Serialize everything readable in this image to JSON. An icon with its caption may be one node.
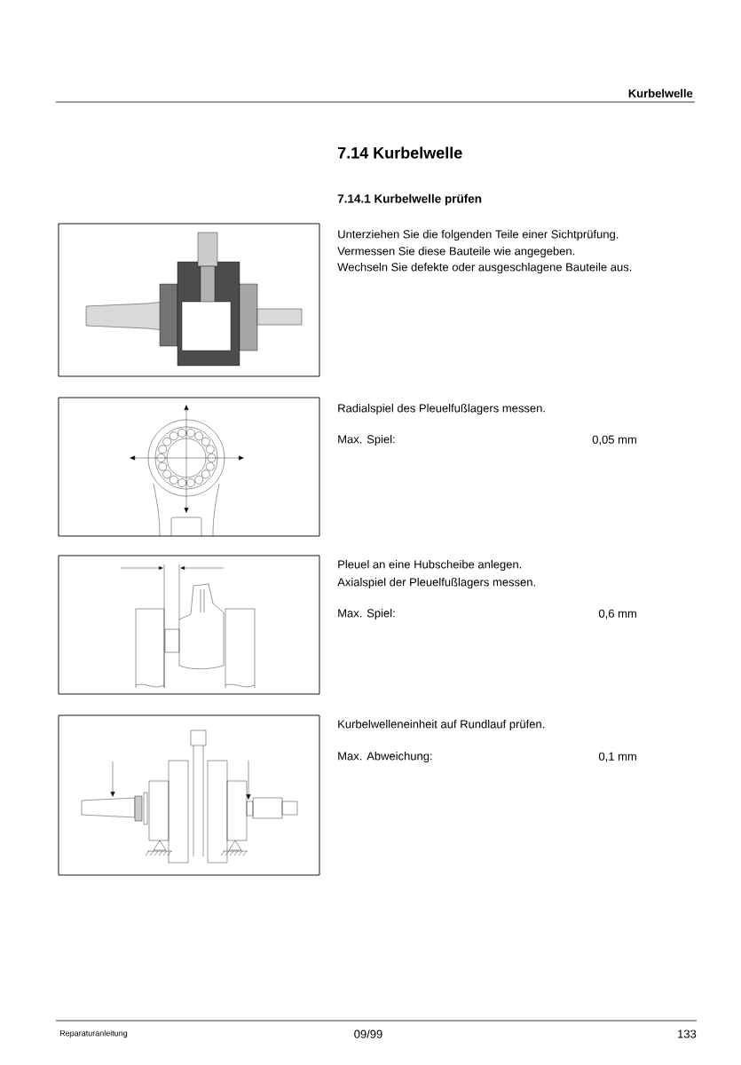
{
  "diagram": {
    "title": "7.14 Kurbelwelle",
    "labels": [
      "Kurbelwelle",
      "7.14.1 Kurbelwelle prüfen",
      "Unterziehen Sie die folgenden Teile einer Sichtprüfung.",
      "Vermessen Sie diese Bauteile wie angegeben.",
      "Wechseln Sie defekte oder ausgeschlagene Bauteile aus.",
      "Radialspiel des Pleuelfußlagers messen.",
      "Max. Spiel:",
      "0,05 mm",
      "Pleuel an eine Hubscheibe anlegen.",
      "Axialspiel der Pleuelfußlagers messen.",
      "Max. Spiel:",
      "0,6 mm",
      "Kurbelwelleneinheit auf Rundlauf prüfen.",
      "Max. Abweichung:",
      "0,1 mm",
      "Reparaturanleitung",
      "09/99",
      "133"
    ]
  }
}
